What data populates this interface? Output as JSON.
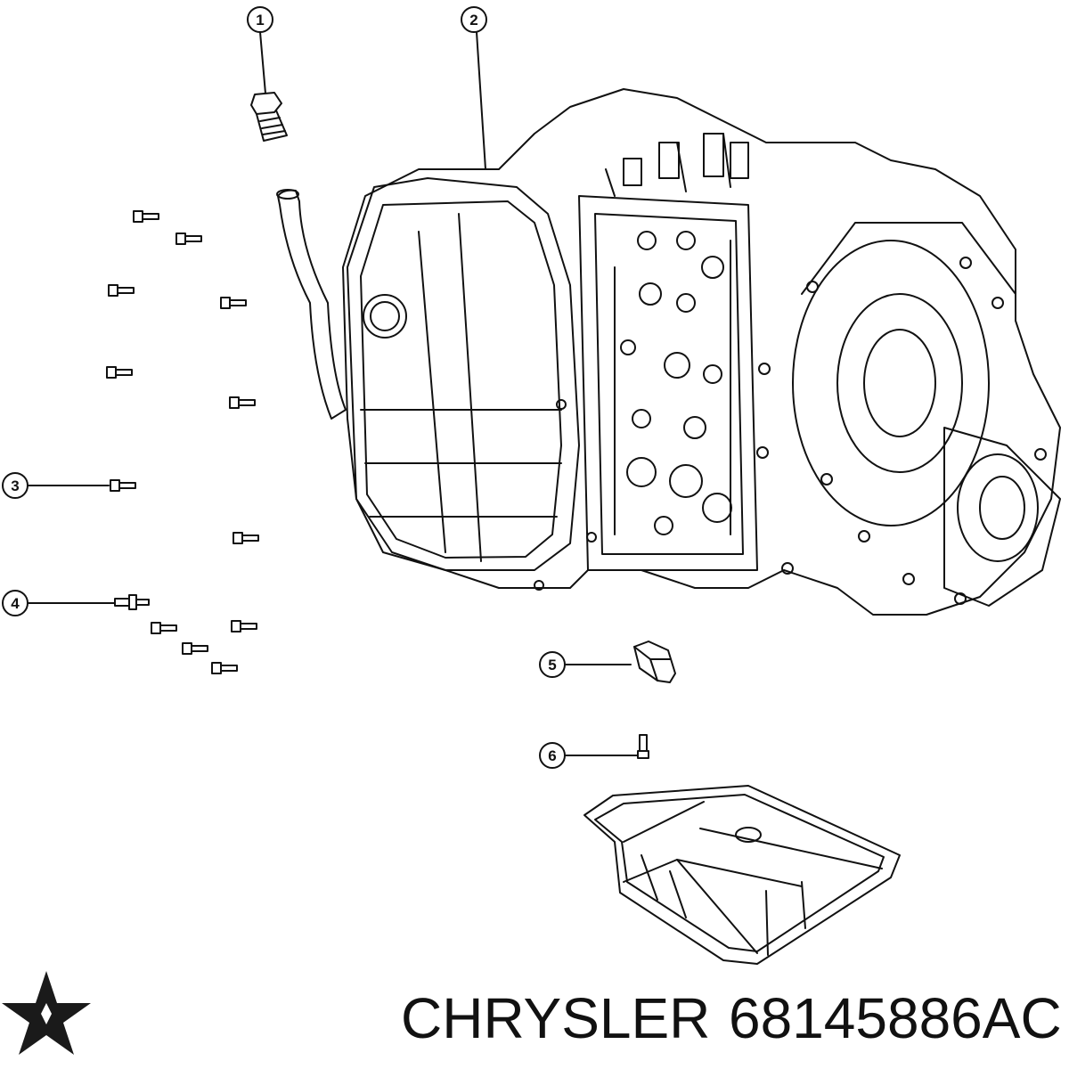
{
  "caption": {
    "brand": "CHRYSLER",
    "part_number": "68145886AC"
  },
  "callouts": [
    "1",
    "2",
    "3",
    "4",
    "5",
    "6"
  ],
  "colors": {
    "line": "#111111",
    "background": "#ffffff"
  }
}
